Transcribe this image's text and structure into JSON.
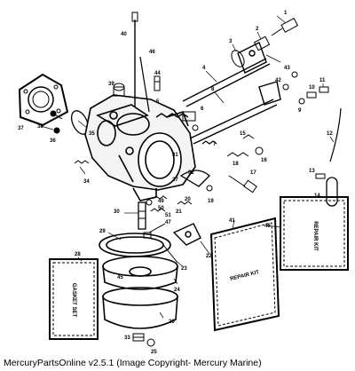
{
  "callouts": [
    "1",
    "2",
    "3",
    "4",
    "5",
    "6",
    "7",
    "8",
    "9",
    "10",
    "11",
    "12",
    "13",
    "14",
    "15",
    "16",
    "17",
    "18",
    "19",
    "20",
    "21",
    "22",
    "23",
    "24",
    "25",
    "26",
    "27",
    "28",
    "29",
    "30",
    "31",
    "32",
    "33",
    "34",
    "35",
    "36",
    "37",
    "38",
    "39",
    "40",
    "41",
    "42",
    "43",
    "44",
    "45",
    "46",
    "47",
    "48",
    "49",
    "50",
    "51"
  ],
  "labels": {
    "repair_kit": "REPAIR KIT",
    "gasket_set": "GASKET SET"
  },
  "footer": "MercuryPartsOnline v2.5.1 (Image Copyright- Mercury Marine)"
}
